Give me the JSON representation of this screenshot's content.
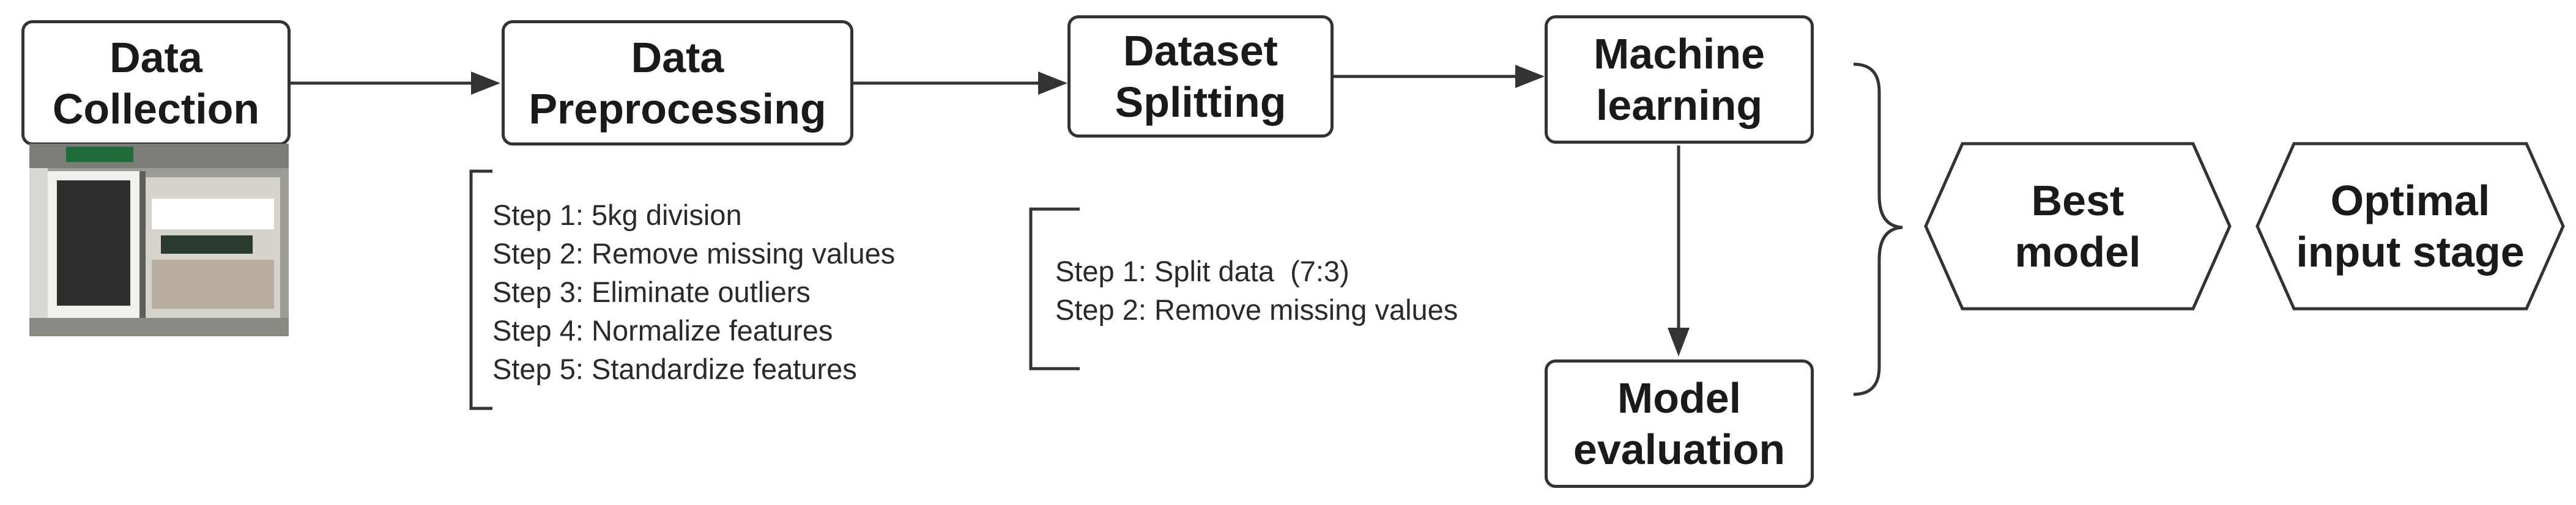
{
  "diagram": {
    "nodes": {
      "data_collection": "Data\nCollection",
      "data_preprocessing": "Data\nPreprocessing",
      "dataset_splitting": "Dataset\nSplitting",
      "machine_learning": "Machine\nlearning",
      "model_evaluation": "Model\nevaluation",
      "best_model": "Best model",
      "optimal_input_stage": "Optimal\ninput stage"
    },
    "preprocessing_steps": [
      "Step 1: 5kg division",
      "Step 2: Remove missing values",
      "Step 3: Eliminate outliers",
      "Step 4: Normalize features",
      "Step 5: Standardize features"
    ],
    "splitting_steps": [
      "Step 1: Split data  (7:3)",
      "Step 2: Remove missing values"
    ],
    "colors": {
      "stroke": "#333333",
      "text": "#1a1a1a"
    }
  }
}
